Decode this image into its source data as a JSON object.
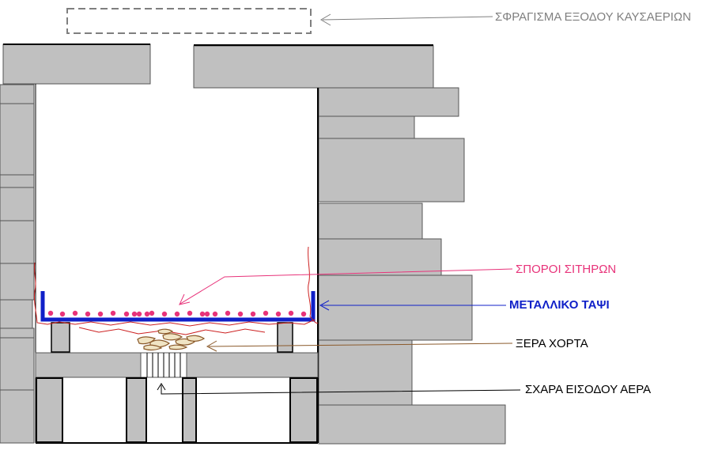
{
  "labels": {
    "seal": "ΣΦΡΑΓΙΣΜΑ  ΕΞΟΔΟΥ ΚΑΥΣΑΕΡΙΩΝ",
    "seeds": "ΣΠΟΡΟΙ ΣΙΤΗΡΩΝ",
    "tray": "ΜΕΤΑΛΛΙΚΟ ΤΑΨΙ",
    "hay": "ΞΕΡΑ  ΧΟΡΤΑ",
    "grate": "ΣΧΑΡΑ  ΕΙΣΟΔΟΥ ΑΕΡΑ"
  },
  "colors": {
    "stone": "#c0c0c0",
    "stone_edge": "#555555",
    "seal": "#7f7f7f",
    "seeds": "#e8337a",
    "tray": "#1020c8",
    "hay": "#8b5a2b",
    "grate": "#000000"
  }
}
